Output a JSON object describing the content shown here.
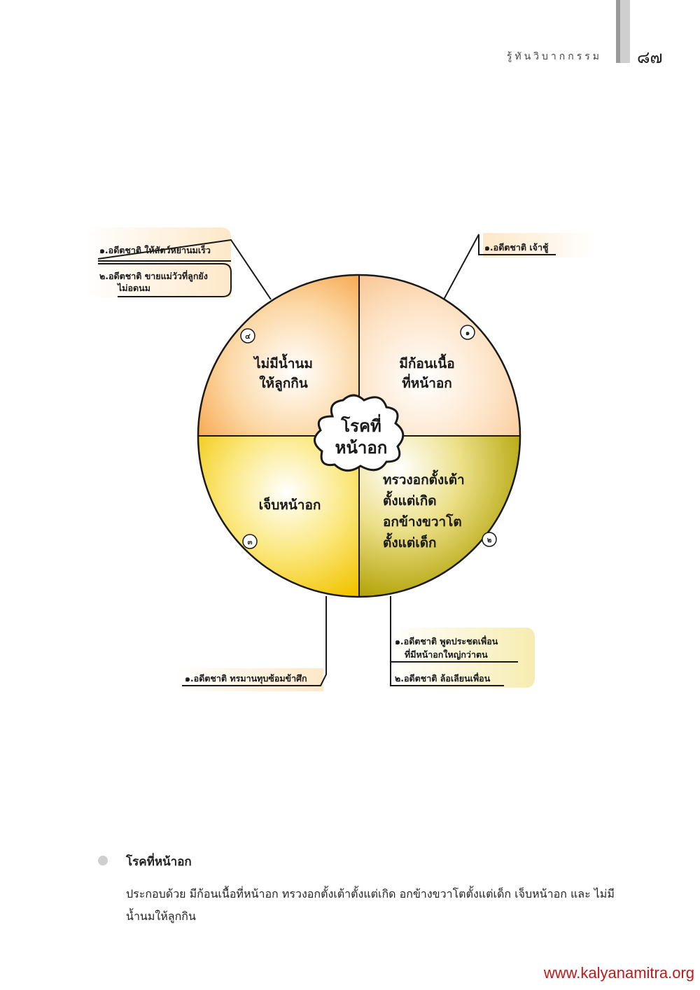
{
  "header": {
    "title": "รู้ทันวิบากกรรม",
    "page_number": "๘๗"
  },
  "diagram": {
    "center": {
      "line1": "โรคที่",
      "line2": "หน้าอก"
    },
    "segments": [
      {
        "number": "๑",
        "lines": [
          "มีก้อนเนื้อ",
          "ที่หน้าอก"
        ]
      },
      {
        "number": "๒",
        "lines": [
          "ทรวงอกตั้งเต้า",
          "ตั้งแต่เกิด",
          "อกข้างขวาโต",
          "ตั้งแต่เด็ก"
        ]
      },
      {
        "number": "๓",
        "lines": [
          "เจ็บหน้าอก"
        ]
      },
      {
        "number": "๔",
        "lines": [
          "ไม่มีน้ำนม",
          "ให้ลูกกิน"
        ]
      }
    ],
    "callouts": {
      "top_left": [
        "๑.อดีตชาติ ให้สัตว์หย่านมเร็ว",
        "๒.อดีตชาติ ขายแม่วัวที่ลูกยัง",
        "ไม่อดนม"
      ],
      "top_right": [
        "๑.อดีตชาติ เจ้าชู้"
      ],
      "bottom_left": [
        "๑.อดีตชาติ ทรมานทุบซ้อมข้าศึก"
      ],
      "bottom_right": [
        "๑.อดีตชาติ พูดประชดเพื่อน",
        "ที่มีหน้าอกใหญ่กว่าตน",
        "๒.อดีตชาติ ล้อเลียนเพื่อน"
      ]
    }
  },
  "section": {
    "heading": "โรคที่หน้าอก",
    "body": "ประกอบด้วย มีก้อนเนื้อที่หน้าอก ทรวงอกตั้งเต้าตั้งแต่เกิด อกข้างขวาโตตั้งแต่เด็ก เจ็บหน้าอก และ ไม่มีน้ำนมให้ลูกกิน"
  },
  "footer": {
    "url": "www.kalyanamitra.org"
  }
}
